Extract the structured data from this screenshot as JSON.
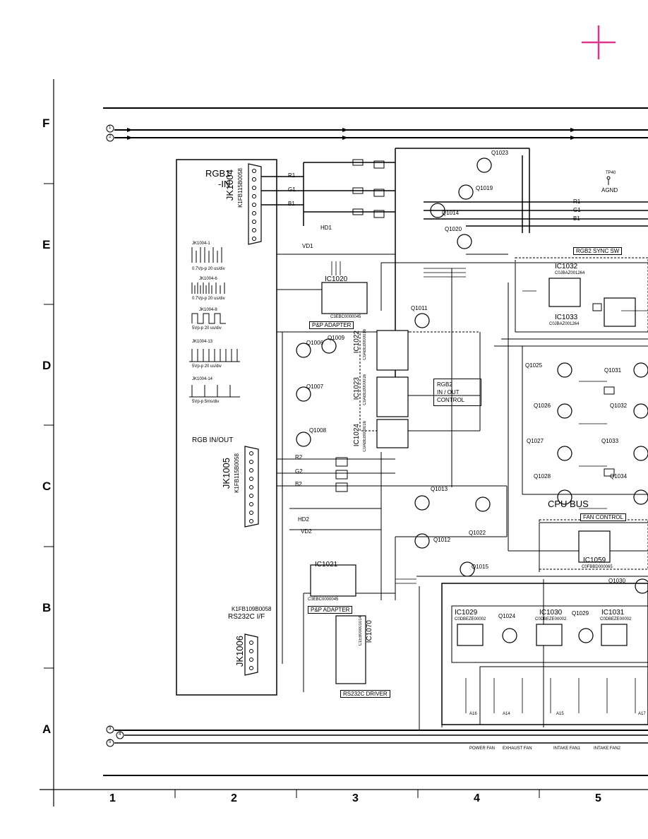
{
  "crosshair_color": "#e0338a",
  "rows": [
    "F",
    "E",
    "D",
    "C",
    "B",
    "A"
  ],
  "columns": [
    "1",
    "2",
    "3",
    "4",
    "5"
  ],
  "bus_numbers": [
    "1",
    "2",
    "3",
    "4",
    "5"
  ],
  "connectors": {
    "rgb1_title": "RGB1",
    "rgb1_sub": "-IN",
    "jk1004": "JK1004",
    "jk1004_part": "K1FB115B0058",
    "rgb_inout_title": "RGB IN/OUT",
    "jk1005": "JK1005",
    "jk1005_part": "K1FB115B0058",
    "rs232_part": "K1FB109B0058",
    "rs232_title": "RS232C I/F",
    "jk1006": "JK1006"
  },
  "waveforms": [
    {
      "label": "JK1004-1",
      "scale": "0.7Vp-p   20 us/div"
    },
    {
      "label": "JK1004-6",
      "scale": "0.7Vp-p   20 us/div"
    },
    {
      "label": "JK1004-8",
      "scale": "5Vp-p   20 us/div"
    },
    {
      "label": "JK1004-13",
      "scale": "5Vp-p   20 us/div"
    },
    {
      "label": "JK1004-14",
      "scale": "5Vp-p   5ms/div"
    }
  ],
  "ics": {
    "ic1020": "IC1020",
    "ic1020_part": "C3EBC0000045",
    "pp_adapter": "P&P ADAPTER",
    "ic1022": "IC1022",
    "ic1022_part": "C0ABEB000016",
    "ic1023": "IC1023",
    "ic1023_part": "C0ABEB000016",
    "ic1024": "IC1024",
    "ic1024_part": "C0ABEB000016",
    "rgb2_ctrl_1": "RGB2",
    "rgb2_ctrl_2": "IN / OUT",
    "rgb2_ctrl_3": "CONTROL",
    "rgb2_sync": "RGB2 SYNC SW",
    "ic1032": "IC1032",
    "ic1032_part": "C0JBAZ001264",
    "ic1033": "IC1033",
    "ic1033_part": "C0JBAZ001264",
    "cpu_bus": "CPU BUS",
    "fan_control": "FAN CONTROL",
    "ic1059": "IC1059",
    "ic1059_part": "C0FBBD000065",
    "ic1021": "IC1021",
    "ic1021_part": "C3EBC0000045",
    "pp_adapter2": "P&P ADAPTER",
    "ic1070": "IC1070",
    "ic1070_part": "C1EB00001014",
    "rs232_driver": "RS232C DRIVER",
    "ic1029": "IC1029",
    "ic1029_part": "C0DBEZE00002",
    "ic1030": "IC1030",
    "ic1030_part": "C0DBEZE00002",
    "ic1031": "IC1031",
    "ic1031_part": "C0DBEZE00002"
  },
  "transistors": {
    "q1023": "Q1023",
    "q1019": "Q1019",
    "q1014": "Q1014",
    "q1020": "Q1020",
    "q1011": "Q1011",
    "q1006": "Q1006",
    "q1009": "Q1009",
    "q1007": "Q1007",
    "q1008": "Q1008",
    "q1013": "Q1013",
    "q1012": "Q1012",
    "q1022": "Q1022",
    "q1015": "Q1015",
    "q1025": "Q1025",
    "q1026": "Q1026",
    "q1027": "Q1027",
    "q1028": "Q1028",
    "q1031": "Q1031",
    "q1032": "Q1032",
    "q1033": "Q1033",
    "q1034": "Q1034",
    "q1024": "Q1024",
    "q1029": "Q1029",
    "q1030": "Q1030"
  },
  "nets": {
    "r1": "R1",
    "g1": "G1",
    "b1": "B1",
    "hd1": "HD1",
    "vd1": "VD1",
    "r2": "R2",
    "g2": "G2",
    "b2": "B2",
    "hd2": "HD2",
    "vd2": "VD2",
    "agnd": "AGND",
    "tp": "TP40"
  },
  "fans": {
    "power_fan": "POWER FAN",
    "exhaust_fan": "EXHAUST FAN",
    "intake_fan1": "INTAKE FAN1",
    "intake_fan2": "INTAKE FAN2",
    "a16": "A16",
    "a14": "A14",
    "a15": "A15",
    "a17": "A17"
  }
}
